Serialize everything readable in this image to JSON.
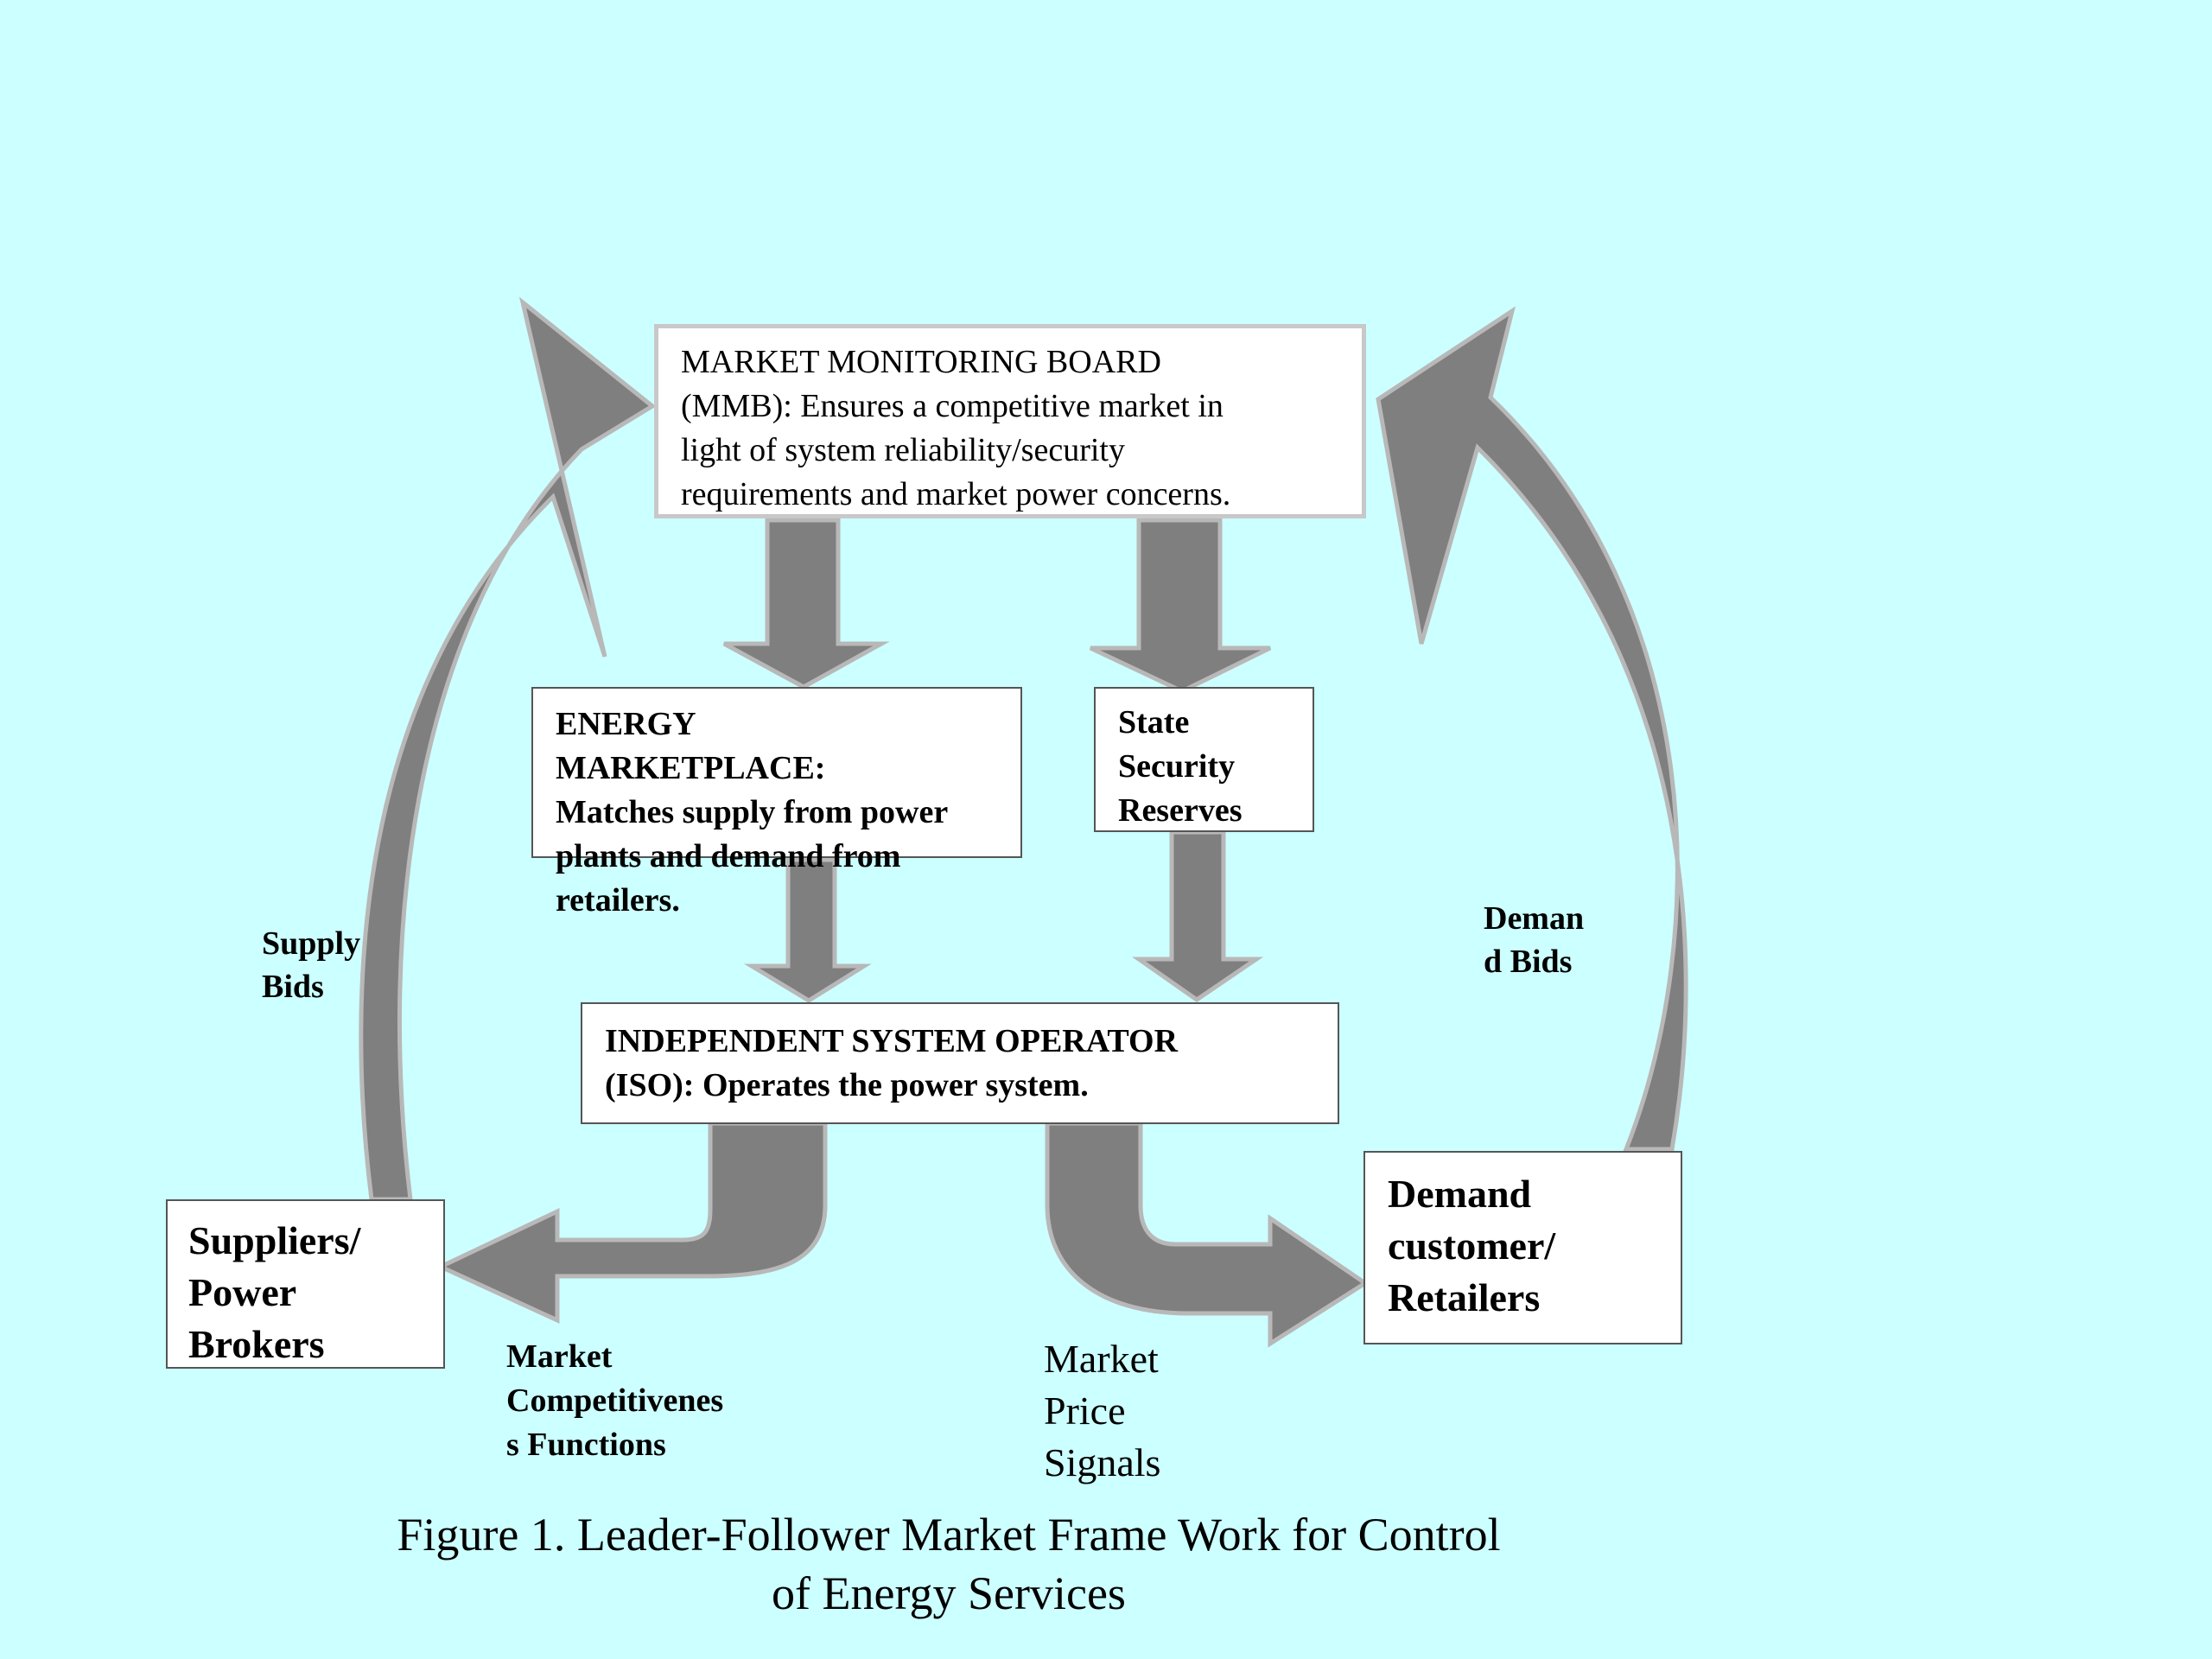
{
  "boxes": {
    "mmb": [
      " MARKET MONITORING BOARD",
      "(MMB): Ensures a competitive market in",
      "light of system reliability/security",
      "requirements and market power concerns."
    ],
    "energy_marketplace": [
      "ENERGY",
      "MARKETPLACE:",
      "Matches supply from power",
      "plants and demand from",
      "retailers."
    ],
    "state_security": [
      "State",
      "Security",
      "Reserves"
    ],
    "iso": [
      "INDEPENDENT SYSTEM OPERATOR",
      "(ISO):  Operates the power system."
    ],
    "suppliers": [
      "Suppliers/",
      "Power",
      "Brokers"
    ],
    "demand": [
      "Demand",
      "customer/",
      "Retailers"
    ]
  },
  "labels": {
    "supply_bids": [
      "Supply",
      "Bids"
    ],
    "demand_bids": [
      "Deman",
      "d Bids"
    ],
    "market_competitiveness": [
      "Market",
      "Competitivenes",
      "s Functions"
    ],
    "market_price_signals": [
      "Market",
      "Price",
      "Signals"
    ]
  },
  "caption": [
    "Figure 1. Leader-Follower Market Frame Work for Control",
    "of Energy Services"
  ],
  "colors": {
    "background": "#ccffff",
    "arrow_fill": "#7f7f7f",
    "arrow_outline": "#b8b8b8"
  }
}
